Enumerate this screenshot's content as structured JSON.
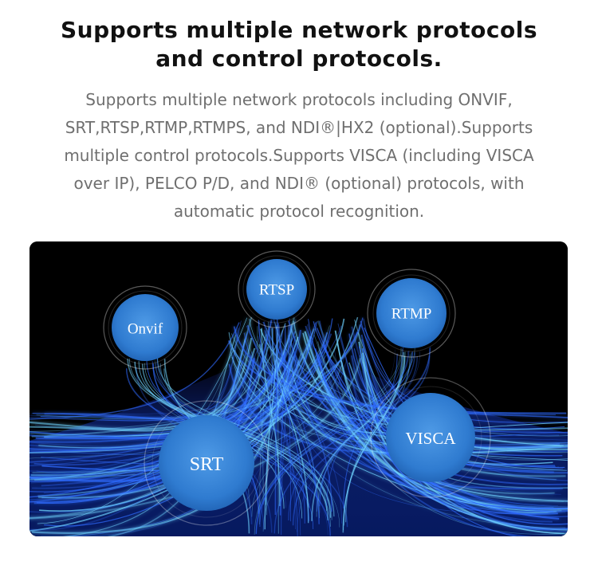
{
  "heading": {
    "line1": "Supports multiple network protocols",
    "line2": "and control protocols."
  },
  "description": {
    "line1": "Supports multiple network protocols including ONVIF,",
    "line2": "SRT,RTSP,RTMP,RTMPS, and NDI®|HX2 (optional).Supports",
    "line3": "multiple control protocols.Supports VISCA (including VISCA",
    "line4": "over IP), PELCO P/D, and NDI® (optional) protocols, with",
    "line5": "automatic protocol recognition."
  },
  "protocols": {
    "onvif": "Onvif",
    "rtsp": "RTSP",
    "rtmp": "RTMP",
    "srt": "SRT",
    "visca": "VISCA"
  },
  "colors": {
    "background": "#000000",
    "fiber_blue": "#2f6bff",
    "fiber_cyan": "#6fd3ff",
    "node_fill": "#3a86d6"
  }
}
